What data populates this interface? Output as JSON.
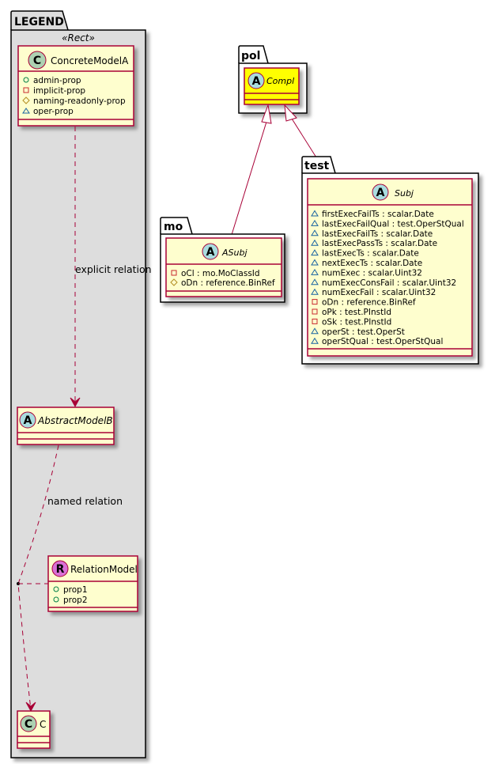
{
  "legend": {
    "package_name": "LEGEND",
    "stereotype": "«Rect»",
    "classes": {
      "concrete": {
        "kind": "C",
        "name": "ConcreteModelA",
        "attributes": [
          {
            "visibility": "public",
            "icon": "circle-icon",
            "text": "admin-prop"
          },
          {
            "visibility": "private",
            "icon": "square-icon",
            "text": "implicit-prop"
          },
          {
            "visibility": "protected",
            "icon": "diamond-icon",
            "text": "naming-readonly-prop"
          },
          {
            "visibility": "package",
            "icon": "triangle-icon",
            "text": "oper-prop"
          }
        ]
      },
      "abstract": {
        "kind": "A",
        "name": "AbstractModelB",
        "attributes": []
      },
      "relation": {
        "kind": "R",
        "name": "RelationModel",
        "attributes": [
          {
            "visibility": "public",
            "icon": "circle-icon",
            "text": "prop1"
          },
          {
            "visibility": "public",
            "icon": "circle-icon",
            "text": "prop2"
          }
        ]
      },
      "c": {
        "kind": "C",
        "name": "C",
        "attributes": []
      }
    },
    "relations": {
      "explicit": "explicit relation",
      "named": "named relation"
    }
  },
  "pol": {
    "package_name": "pol",
    "class": {
      "kind": "A",
      "name": "Compl",
      "attributes": []
    }
  },
  "mo": {
    "package_name": "mo",
    "class": {
      "kind": "A",
      "name": "ASubj",
      "attributes": [
        {
          "visibility": "private",
          "icon": "square-icon",
          "text": "oCl : mo.MoClassId"
        },
        {
          "visibility": "protected",
          "icon": "diamond-icon",
          "text": "oDn : reference.BinRef"
        }
      ]
    }
  },
  "test": {
    "package_name": "test",
    "class": {
      "kind": "A",
      "name": "Subj",
      "attributes": [
        {
          "visibility": "package",
          "icon": "triangle-icon",
          "text": "firstExecFailTs : scalar.Date"
        },
        {
          "visibility": "package",
          "icon": "triangle-icon",
          "text": "lastExecFailQual : test.OperStQual"
        },
        {
          "visibility": "package",
          "icon": "triangle-icon",
          "text": "lastExecFailTs : scalar.Date"
        },
        {
          "visibility": "package",
          "icon": "triangle-icon",
          "text": "lastExecPassTs : scalar.Date"
        },
        {
          "visibility": "package",
          "icon": "triangle-icon",
          "text": "lastExecTs : scalar.Date"
        },
        {
          "visibility": "package",
          "icon": "triangle-icon",
          "text": "nextExecTs : scalar.Date"
        },
        {
          "visibility": "package",
          "icon": "triangle-icon",
          "text": "numExec : scalar.Uint32"
        },
        {
          "visibility": "package",
          "icon": "triangle-icon",
          "text": "numExecConsFail : scalar.Uint32"
        },
        {
          "visibility": "package",
          "icon": "triangle-icon",
          "text": "numExecFail : scalar.Uint32"
        },
        {
          "visibility": "private",
          "icon": "square-icon",
          "text": "oDn : reference.BinRef"
        },
        {
          "visibility": "private",
          "icon": "square-icon",
          "text": "oPk : test.PInstId"
        },
        {
          "visibility": "private",
          "icon": "square-icon",
          "text": "oSk : test.PInstId"
        },
        {
          "visibility": "package",
          "icon": "triangle-icon",
          "text": "operSt : test.OperSt"
        },
        {
          "visibility": "package",
          "icon": "triangle-icon",
          "text": "operStQual : test.OperStQual"
        }
      ]
    }
  },
  "colors": {
    "class_fill": "#FEFECE",
    "class_border": "#A80036",
    "highlight_fill": "#FFFF00",
    "legend_bg": "#DDDDDD",
    "circle_C": "#ADD1B2",
    "circle_A": "#A9DCDF",
    "circle_R": "#DA70D6",
    "vis_public": "#038048",
    "vis_private": "#C82930",
    "vis_protected": "#B38D22",
    "vis_package": "#1963A0"
  }
}
